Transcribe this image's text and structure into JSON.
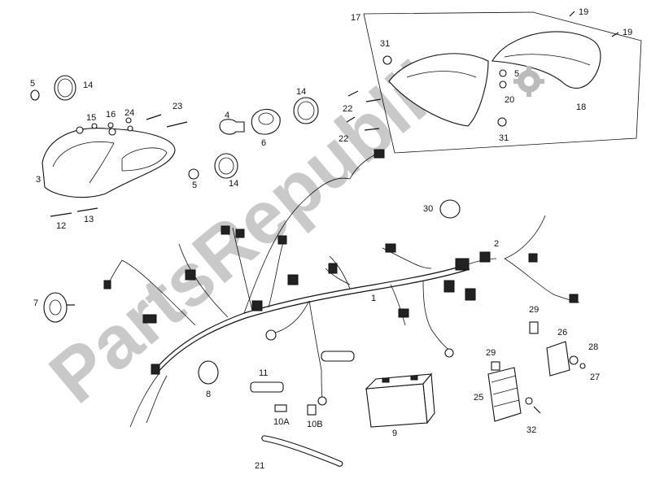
{
  "watermark": "PartsRepublik",
  "part_numbers": {
    "p1": "1",
    "p2": "2",
    "p3": "3",
    "p4": "4",
    "p5a": "5",
    "p5b": "5",
    "p5c": "5",
    "p6": "6",
    "p7": "7",
    "p8": "8",
    "p9": "9",
    "p10a": "10A",
    "p10b": "10B",
    "p11": "11",
    "p12": "12",
    "p13": "13",
    "p14a": "14",
    "p14b": "14",
    "p14c": "14",
    "p15": "15",
    "p16": "16",
    "p17": "17",
    "p18": "18",
    "p19a": "19",
    "p19b": "19",
    "p20": "20",
    "p21": "21",
    "p22a": "22",
    "p22b": "22",
    "p23": "23",
    "p24": "24",
    "p25": "25",
    "p26": "26",
    "p27": "27",
    "p28": "28",
    "p29a": "29",
    "p29b": "29",
    "p30": "30",
    "p31a": "31",
    "p31b": "31",
    "p32": "32"
  },
  "icons": {
    "gear": "gear-icon"
  }
}
